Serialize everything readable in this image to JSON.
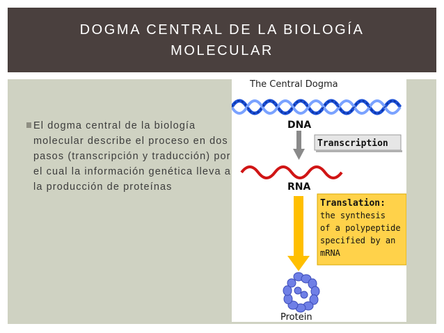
{
  "slide": {
    "title": "DOGMA CENTRAL DE LA BIOLOGÍA MOLECULAR",
    "bullet_text": "El dogma central de la biología molecular describe el proceso  en dos pasos (transcripción y traducción) por el cual la información genética lleva a la producción de proteínas"
  },
  "figure": {
    "title": "The Central Dogma",
    "dna_label": "DNA",
    "transcription_label": "Transcription",
    "rna_label": "RNA",
    "translation_heading": "Translation:",
    "translation_lines": [
      "the synthesis",
      "of a polypeptide",
      "specified by an",
      "mRNA"
    ],
    "protein_label": "Protein"
  },
  "colors": {
    "header_bg": "#4a403e",
    "panel_bg": "#cfd2c2",
    "dna_blue": "#1a4fd6",
    "rna_red": "#d01515",
    "translation_box": "#ffd24a",
    "arrow_yellow": "#ffbf00",
    "protein_blue": "#6f7fe6"
  }
}
